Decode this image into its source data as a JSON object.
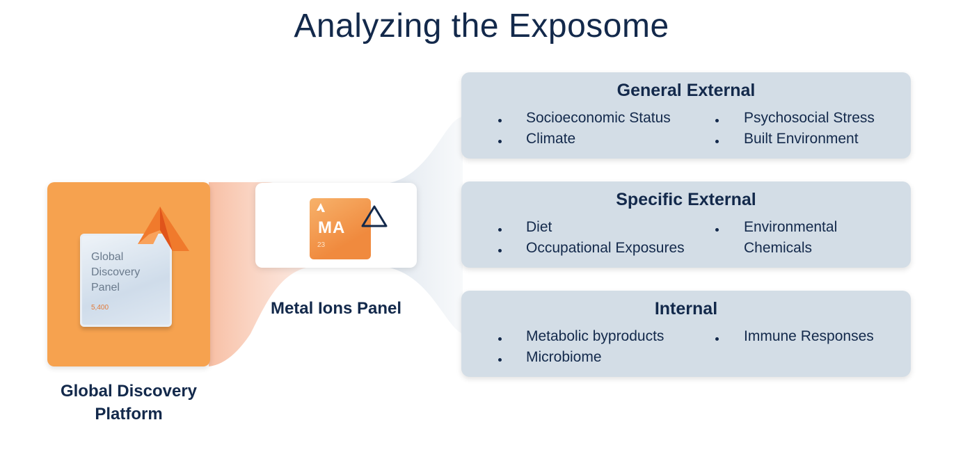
{
  "title": "Analyzing the Exposome",
  "gdp": {
    "card_label": "Global Discovery Panel",
    "card_number": "5,400",
    "caption": "Global Discovery Platform",
    "logo_icon": "orange-peak-logo"
  },
  "metal_ions": {
    "symbol": "MA",
    "number": "23",
    "caption": "Metal Ions Panel",
    "delta_icon": "triangle-outline-icon"
  },
  "panels": [
    {
      "title": "General External",
      "col1": [
        "Socioeconomic Status",
        "Climate"
      ],
      "col2": [
        "Psychosocial Stress",
        "Built Environment"
      ]
    },
    {
      "title": "Specific External",
      "col1": [
        "Diet",
        "Occupational Exposures"
      ],
      "col2": [
        "Environmental",
        "Chemicals"
      ]
    },
    {
      "title": "Internal",
      "col1": [
        "Metabolic byproducts",
        "Microbiome"
      ],
      "col2": [
        "Immune Responses"
      ]
    }
  ],
  "colors": {
    "navy": "#13294b",
    "orange": "#f6a24f",
    "panel": "#d3dde6"
  }
}
